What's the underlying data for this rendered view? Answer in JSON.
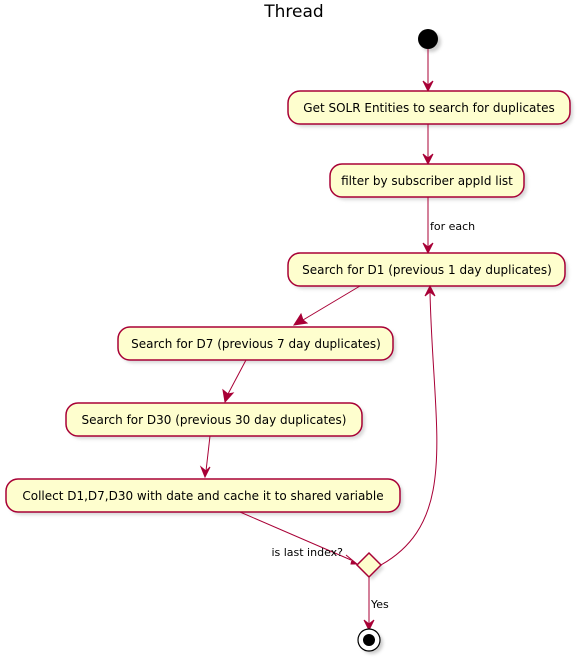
{
  "diagram": {
    "title": "Thread",
    "nodes": {
      "get_entities": "Get SOLR Entities to search for duplicates",
      "filter": "filter by subscriber appId list",
      "search_d1": "Search for D1 (previous 1 day duplicates)",
      "search_d7": "Search for D7 (previous 7 day duplicates)",
      "search_d30": "Search for D30 (previous 30 day duplicates)",
      "collect": "Collect D1,D7,D30 with date and cache it to shared variable"
    },
    "decision": "is last index?",
    "edge_labels": {
      "for_each": "for each",
      "yes": "Yes"
    },
    "colors": {
      "node_fill": "#FEFECE",
      "node_border": "#A80036",
      "edge": "#A80036",
      "start_fill": "#000000"
    }
  }
}
